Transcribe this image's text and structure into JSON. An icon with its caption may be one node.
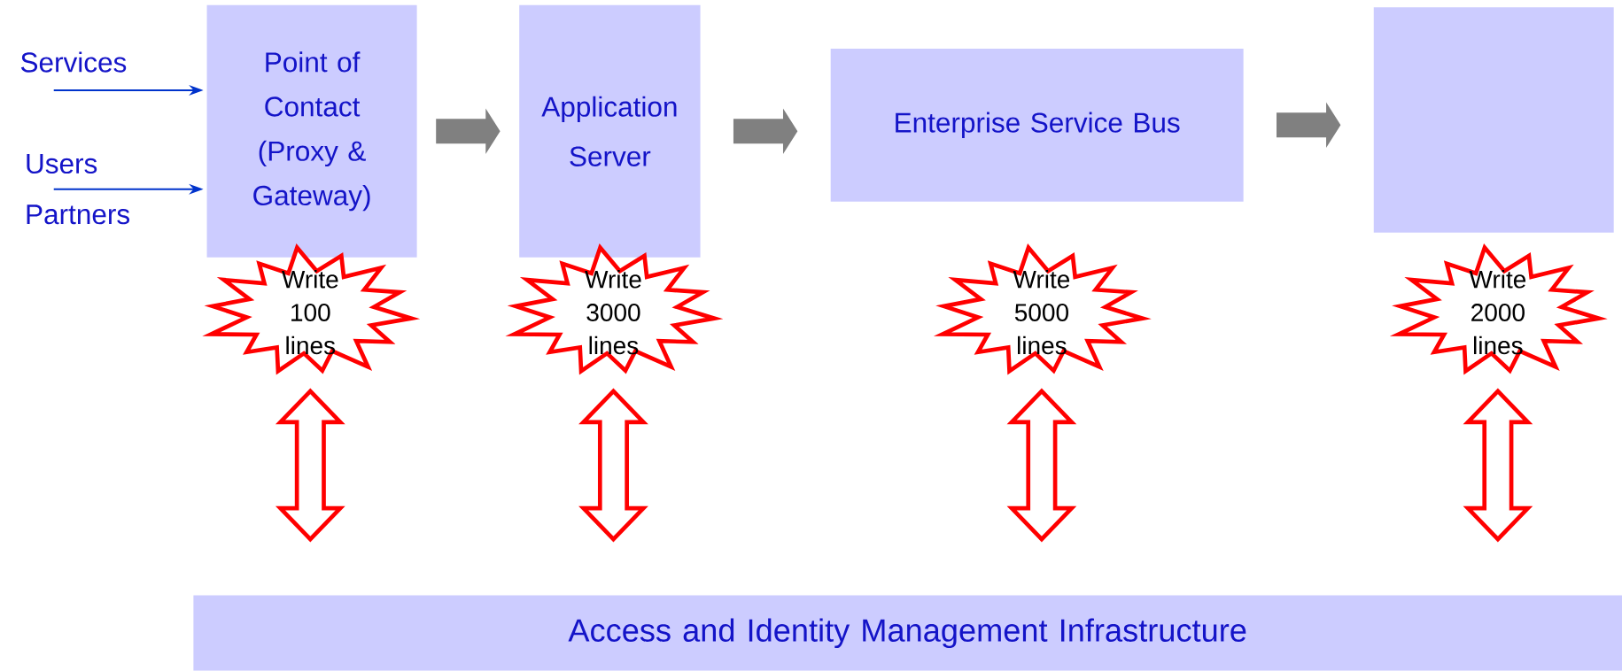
{
  "diagram": {
    "nodes": [
      {
        "text": [
          "Services"
        ]
      },
      {
        "text": [
          "Users",
          "Partners"
        ]
      },
      {
        "text": [
          "Point of Contact (Proxy & Gateway)"
        ]
      },
      {
        "text": [
          "Application Server"
        ]
      },
      {
        "text": [
          "Enterprise Service Bus"
        ]
      },
      {
        "text": [],
        "shape": "box"
      },
      {
        "text": [
          "Write 100 lines"
        ]
      },
      {
        "text": [
          "Write 3000 lines"
        ]
      },
      {
        "text": [
          "Write 5000 lines"
        ]
      },
      {
        "text": [
          "Write 2000 lines"
        ]
      },
      {
        "text": [
          "Access and Identity Management Infrastructure"
        ]
      }
    ],
    "edges": [
      {
        "from": 0,
        "to": 2,
        "arrow": "to"
      },
      {
        "from": 1,
        "to": 2,
        "arrow": "to"
      },
      {
        "from": 2,
        "to": 3,
        "arrow": "to",
        "style": "thick"
      },
      {
        "from": 3,
        "to": 4,
        "arrow": "to",
        "style": "thick"
      },
      {
        "from": 4,
        "to": 5,
        "arrow": "to",
        "style": "thick"
      },
      {
        "from": 6,
        "to": 10,
        "arrow": "both",
        "style": "thick",
        "color": "#ff0000"
      },
      {
        "from": 7,
        "to": 10,
        "arrow": "both",
        "style": "thick",
        "color": "#ff0000"
      },
      {
        "from": 8,
        "to": 10,
        "arrow": "both",
        "style": "thick",
        "color": "#ff0000"
      },
      {
        "from": 9,
        "to": 10,
        "arrow": "both",
        "style": "thick",
        "color": "#ff0000"
      }
    ]
  }
}
